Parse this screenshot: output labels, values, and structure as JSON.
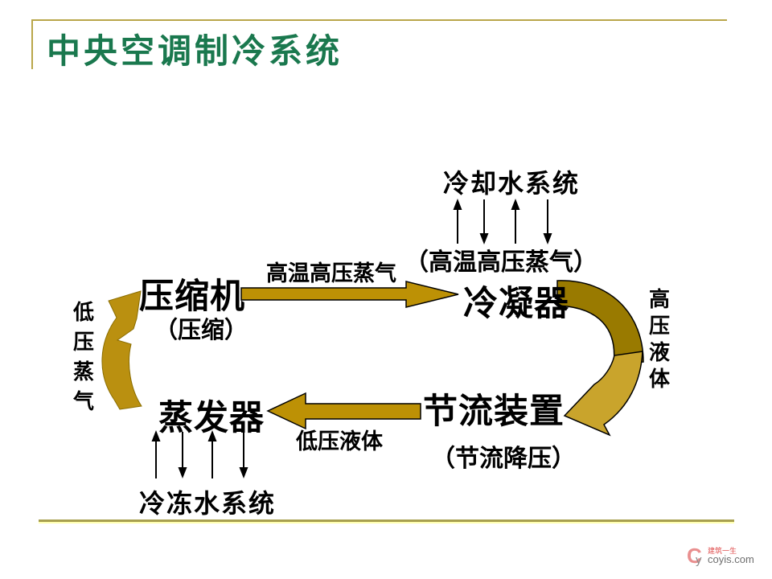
{
  "page": {
    "title": "中央空调制冷系统"
  },
  "colors": {
    "title_green": "#1a784e",
    "rule_gold": "#b9a64a",
    "arrow_gold": "#bd9105",
    "curved_arrow_dark": "#997a00",
    "curved_arrow_light": "#c9a42c",
    "text_black": "#000000",
    "logo_red": "#e05050",
    "logo_gray": "#6f6f6f"
  },
  "diagram": {
    "cooling_water_system": "冷却水系统",
    "hot_hp_vapor_paren": "（高温高压蒸气）",
    "hot_hp_vapor": "高温高压蒸气",
    "compressor": "压缩机",
    "compress_paren": "（压缩）",
    "condenser": "冷凝器",
    "hp_liquid_vertical": "高压液体",
    "lp_vapor_vertical": "低压蒸气",
    "throttle_device": "节流装置",
    "throttle_paren": "（节流降压）",
    "lp_liquid": "低压液体",
    "evaporator": "蒸发器",
    "chilled_water_system": "冷冻水系统"
  },
  "watermark": {
    "monogram_c": "C",
    "monogram_y": "y",
    "brand": "建筑一生",
    "domain": "coyis.com"
  }
}
